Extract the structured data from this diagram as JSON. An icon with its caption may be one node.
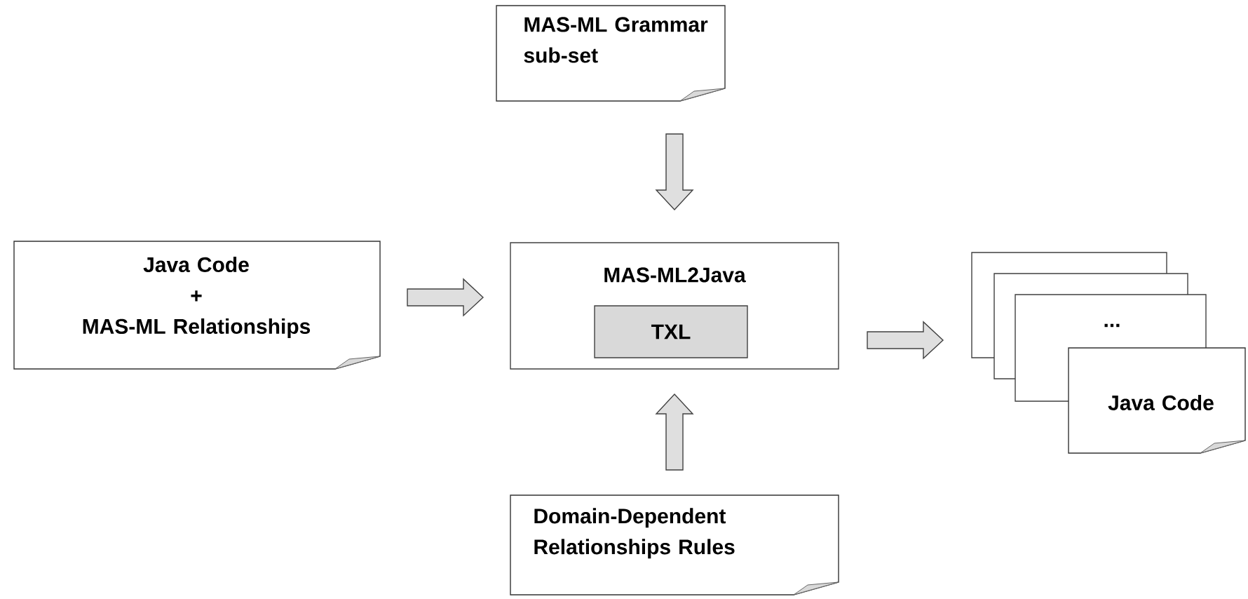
{
  "diagram": {
    "nodes": [
      {
        "text": [
          "MAS-ML Grammar sub-set"
        ]
      },
      {
        "text": [
          "Java Code",
          "+",
          "MAS-ML Relationships"
        ]
      },
      {
        "text": [
          "MAS-ML2Java"
        ]
      },
      {
        "text": [
          "TXL"
        ],
        "in": 2
      },
      {
        "text": [],
        "shape": "box"
      },
      {
        "text": [],
        "shape": "box"
      },
      {
        "text": [
          "..."
        ]
      },
      {
        "text": [
          "Java Code"
        ]
      },
      {
        "text": [
          "Domain-Dependent Relationships Rules"
        ]
      }
    ],
    "edges": [
      {
        "from": 0,
        "to": 2,
        "arrow": "to"
      },
      {
        "from": 1,
        "to": 2,
        "arrow": "to"
      },
      {
        "from": 2,
        "to": 4,
        "arrow": "to"
      },
      {
        "from": 8,
        "to": 2,
        "arrow": "to"
      }
    ]
  }
}
